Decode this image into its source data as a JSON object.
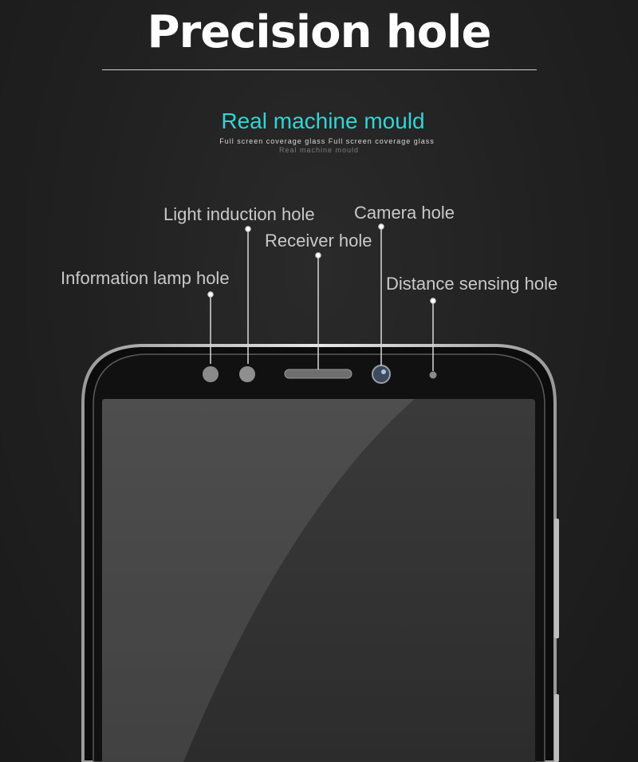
{
  "title": "Precision hole",
  "subtitle": "Real machine mould",
  "subline1": "Full screen coverage glass Full screen coverage glass",
  "subline2": "Real machine mould",
  "labels": {
    "light_induction": "Light induction hole",
    "camera": "Camera hole",
    "receiver": "Receiver hole",
    "information_lamp": "Information lamp hole",
    "distance_sensing": "Distance sensing hole"
  },
  "colors": {
    "accent": "#33d3d6",
    "title": "#ffffff",
    "label": "#c9c9c9"
  }
}
